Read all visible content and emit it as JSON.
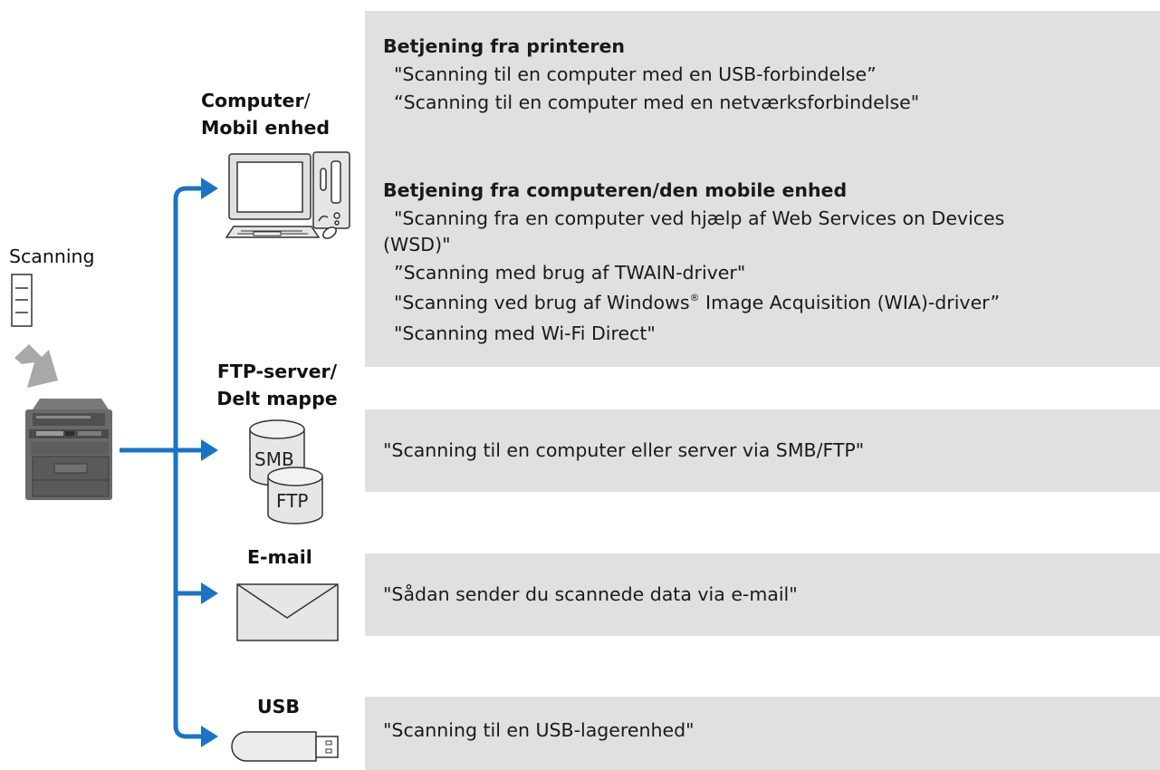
{
  "source": {
    "label": "Scanning"
  },
  "destinations": [
    {
      "label_line1": "Computer",
      "label_line1_suffix": "/",
      "label_line2": "Mobil enhed",
      "icon": "computer-icon"
    },
    {
      "label_line1": "FTP-server/",
      "label_line2": "Delt mappe",
      "icon": "smb-ftp-server-icon",
      "icon_text_a": "SMB",
      "icon_text_b": "FTP"
    },
    {
      "label_line1": "E-mail",
      "icon": "envelope-icon"
    },
    {
      "label_line1": "USB",
      "icon": "usb-drive-icon"
    }
  ],
  "panels": {
    "computer": {
      "section1": {
        "heading": "Betjening fra printeren",
        "items": [
          "\"Scanning til en computer med en USB-forbindelse”",
          "“Scanning til en computer med en netværksforbindelse\""
        ]
      },
      "section2": {
        "heading": "Betjening fra computeren/den mobile enhed",
        "items": [
          "\"Scanning fra en computer ved hjælp af Web Services on Devices",
          "(WSD)\"",
          "”Scanning med brug af TWAIN-driver\"",
          "\"Scanning ved brug af Windows",
          " Image Acquisition (WIA)-driver”",
          "\"Scanning med Wi-Fi Direct\""
        ],
        "registered_mark": "®"
      }
    },
    "ftp": "\"Scanning til en computer eller server via SMB/FTP\"",
    "email": "\"Sådan sender du scannede data via e-mail\"",
    "usb": "\"Scanning til en USB-lagerenhed\""
  },
  "colors": {
    "arrow": "#1a73c5",
    "panel": "#e0e0e1",
    "device_dark": "#5a5a5a",
    "scan_arrow": "#a8a8a8"
  }
}
